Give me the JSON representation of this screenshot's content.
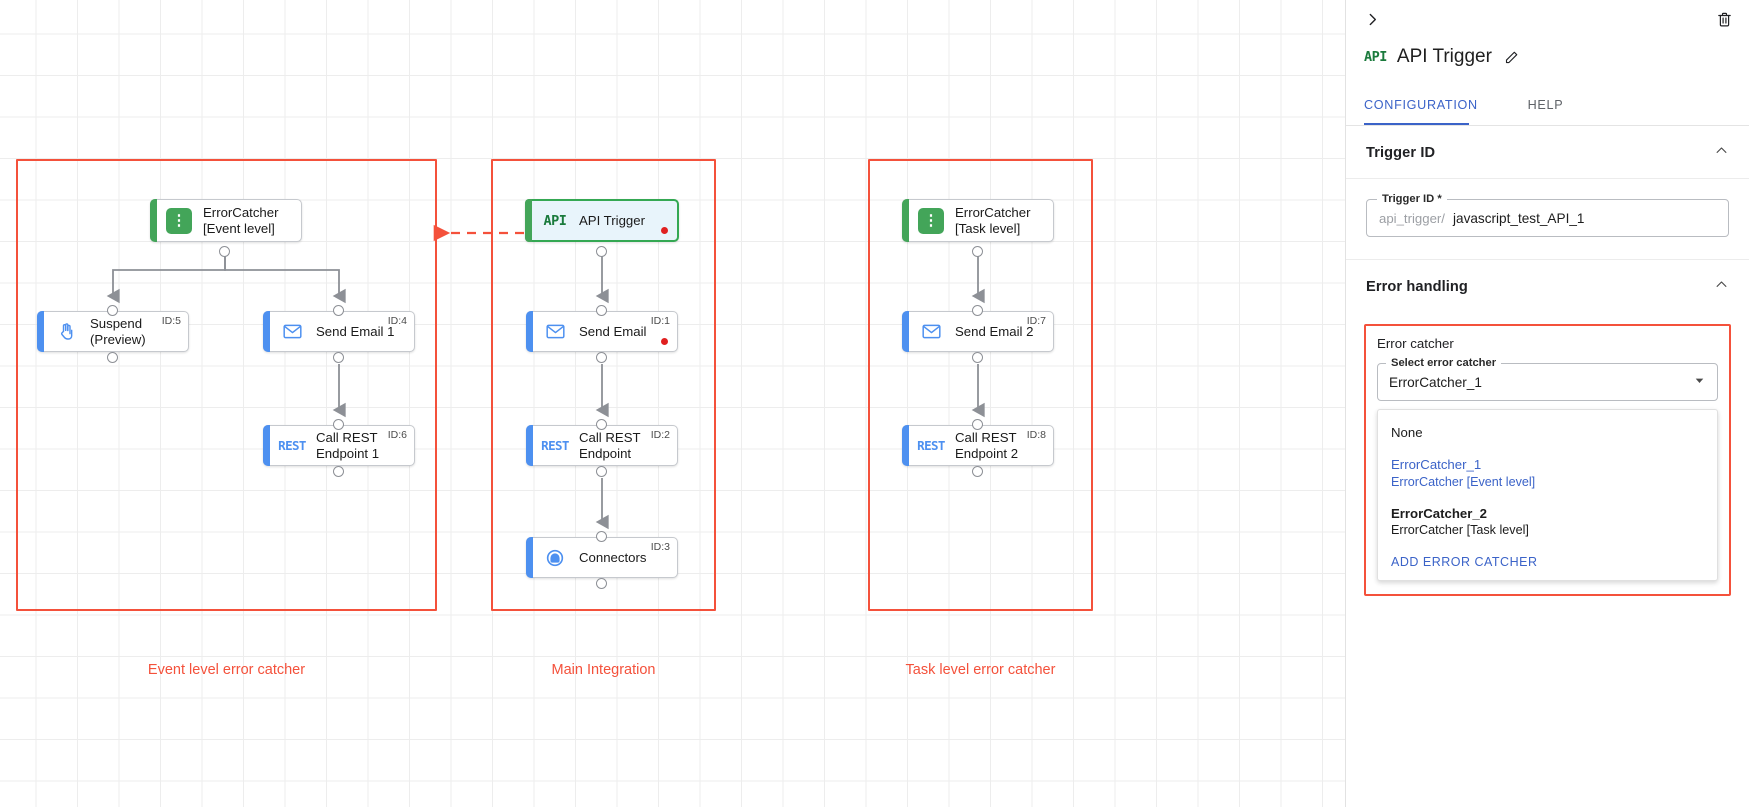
{
  "canvas": {
    "groups": [
      {
        "id": "event-level",
        "label": "Event level error catcher"
      },
      {
        "id": "main-integration",
        "label": "Main Integration"
      },
      {
        "id": "task-level",
        "label": "Task level error catcher"
      }
    ],
    "nodes": [
      {
        "key": "errorcatcher-event",
        "title": "ErrorCatcher\n[Event level]",
        "icon": "error-catcher-icon",
        "id_label": "",
        "has_error": false,
        "selected": false,
        "accent": "green"
      },
      {
        "key": "suspend",
        "title": "Suspend\n(Preview)",
        "icon": "hand-icon",
        "id_label": "ID:5",
        "has_error": false,
        "selected": false,
        "accent": "blue"
      },
      {
        "key": "send-email-1",
        "title": "Send Email 1",
        "icon": "envelope-icon",
        "id_label": "ID:4",
        "has_error": false,
        "selected": false,
        "accent": "blue"
      },
      {
        "key": "call-rest-endpoint-1",
        "title": "Call REST\nEndpoint 1",
        "icon": "rest-icon",
        "id_label": "ID:6",
        "has_error": false,
        "selected": false,
        "accent": "blue"
      },
      {
        "key": "api-trigger",
        "title": "API Trigger",
        "icon": "api-icon",
        "id_label": "",
        "has_error": true,
        "selected": true,
        "accent": "green"
      },
      {
        "key": "send-email",
        "title": "Send Email",
        "icon": "envelope-icon",
        "id_label": "ID:1",
        "has_error": true,
        "selected": false,
        "accent": "blue"
      },
      {
        "key": "call-rest-endpoint",
        "title": "Call REST\nEndpoint",
        "icon": "rest-icon",
        "id_label": "ID:2",
        "has_error": false,
        "selected": false,
        "accent": "blue"
      },
      {
        "key": "connectors",
        "title": "Connectors",
        "icon": "connectors-icon",
        "id_label": "ID:3",
        "has_error": false,
        "selected": false,
        "accent": "blue"
      },
      {
        "key": "errorcatcher-task",
        "title": "ErrorCatcher\n[Task level]",
        "icon": "error-catcher-icon",
        "id_label": "",
        "has_error": false,
        "selected": false,
        "accent": "green"
      },
      {
        "key": "send-email-2",
        "title": "Send Email 2",
        "icon": "envelope-icon",
        "id_label": "ID:7",
        "has_error": false,
        "selected": false,
        "accent": "blue"
      },
      {
        "key": "call-rest-endpoint-2",
        "title": "Call REST\nEndpoint 2",
        "icon": "rest-icon",
        "id_label": "ID:8",
        "has_error": false,
        "selected": false,
        "accent": "blue"
      }
    ],
    "colors": {
      "group_border": "#f4513b",
      "group_label": "#f4513b",
      "node_blue": "#4d90f0",
      "node_green": "#43a559",
      "error_dot": "#e02020"
    }
  },
  "panel": {
    "collapse_icon": "chevron-right-icon",
    "delete_icon": "trash-icon",
    "icon_label": "API",
    "title": "API Trigger",
    "edit_icon": "pencil-icon",
    "tabs": [
      {
        "key": "configuration",
        "label": "CONFIGURATION",
        "active": true
      },
      {
        "key": "help",
        "label": "HELP",
        "active": false
      }
    ],
    "trigger_id_section": {
      "title": "Trigger ID",
      "collapse_icon": "chevron-up-icon",
      "field_label": "Trigger ID *",
      "prefix": "api_trigger/",
      "value": "javascript_test_API_1"
    },
    "error_handling_section": {
      "title": "Error handling",
      "collapse_icon": "chevron-up-icon",
      "error_catcher_label": "Error catcher",
      "select_label": "Select error catcher",
      "selected_value": "ErrorCatcher_1",
      "dropdown_icon": "chevron-down-icon",
      "options": [
        {
          "key": "none",
          "primary": "None",
          "secondary": "",
          "selected": false,
          "bold": false
        },
        {
          "key": "errorcatcher-1",
          "primary": "ErrorCatcher_1",
          "secondary": "ErrorCatcher [Event level]",
          "selected": true,
          "bold": false
        },
        {
          "key": "errorcatcher-2",
          "primary": "ErrorCatcher_2",
          "secondary": "ErrorCatcher [Task level]",
          "selected": false,
          "bold": true
        }
      ],
      "add_action_label": "ADD ERROR CATCHER",
      "highlight_color": "#f4513b"
    }
  }
}
